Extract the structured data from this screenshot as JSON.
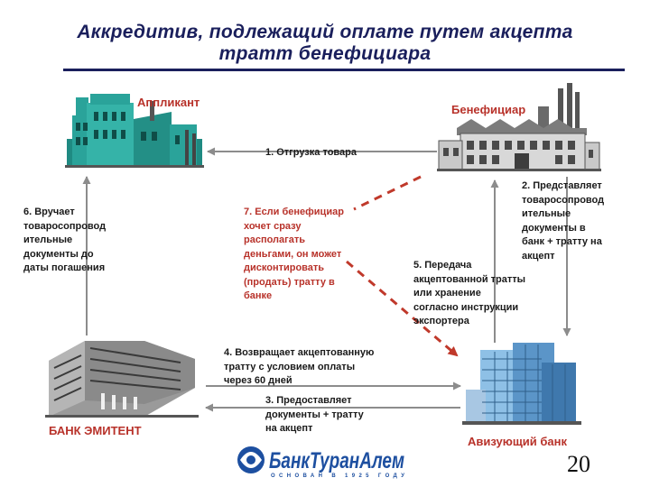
{
  "title": {
    "line1": "Аккредитив, подлежащий оплате путем акцепта",
    "line2": "тратт бенефициара"
  },
  "nodes": {
    "applicant": {
      "label": "Аппликант",
      "icon": "factory-icon"
    },
    "beneficiary": {
      "label": "Бенефициар",
      "icon": "industrial-plant-icon"
    },
    "issuing_bank": {
      "label": "БАНК ЭМИТЕНТ",
      "icon": "office-building-icon"
    },
    "advising_bank": {
      "label": "Авизующий банк",
      "icon": "skyscraper-icon"
    }
  },
  "steps": {
    "s1": "1. Отгрузка товара",
    "s2": "2. Представляет\nтоваросопровод\nительные\nдокументы в\nбанк + тратту на\nакцепт",
    "s3": "3. Предоставляет\nдокументы + тратту\nна акцепт",
    "s4": "4. Возвращает акцептованную\nтратту с условием оплаты\nчерез 60 дней",
    "s5": "5. Передача\nакцептованной тратты\nили хранение\nсогласно инструкции\nэкспортера",
    "s6": "6. Вручает\nтоваросопровод\nительные\nдокументы до\nдаты погашения",
    "s7": "7. Если бенефициар\nхочет сразу\nрасполагать\nденьгами, он может\nдисконтировать\n(продать) тратту в\nбанке"
  },
  "logo": {
    "name": "БанкТуранАлем",
    "tagline": "ОСНОВАН В 1925 ГОДУ",
    "icon": "bank-logo-emblem-icon"
  },
  "page_number": "20",
  "colors": {
    "title": "#1a1f5c",
    "label_red": "#b8322a",
    "arrow": "#8c8c8c",
    "dashed_arrow": "#c0392b",
    "building_teal": "#2aa39a",
    "building_gray": "#7a7a7a"
  }
}
